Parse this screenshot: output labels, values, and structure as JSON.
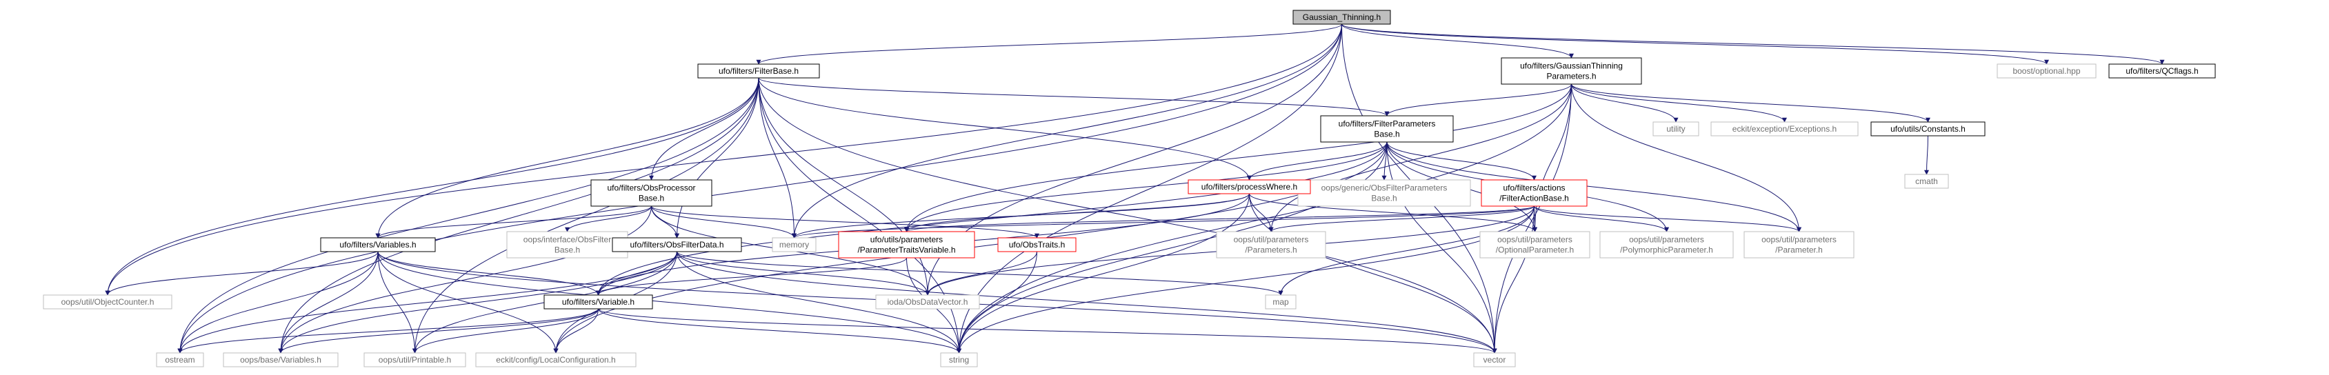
{
  "graph": {
    "colors": {
      "edge": "#191970",
      "node_border": "#000000",
      "node_border_gray": "#bfbfbf",
      "node_border_red": "#ff0000",
      "root_fill": "#bfbfbf",
      "text": "#000000",
      "text_gray": "#6f6f6f"
    },
    "nodes": [
      {
        "id": "gaussian",
        "label": [
          "Gaussian_Thinning.h"
        ],
        "style": "root"
      },
      {
        "id": "filterbase",
        "label": [
          "ufo/filters/FilterBase.h"
        ],
        "style": "normal"
      },
      {
        "id": "gtparams",
        "label": [
          "ufo/filters/GaussianThinning",
          "Parameters.h"
        ],
        "style": "normal"
      },
      {
        "id": "boostopt",
        "label": [
          "boost/optional.hpp"
        ],
        "style": "gray"
      },
      {
        "id": "qcflags",
        "label": [
          "ufo/filters/QCflags.h"
        ],
        "style": "normal"
      },
      {
        "id": "obsproc",
        "label": [
          "ufo/filters/ObsProcessor",
          "Base.h"
        ],
        "style": "normal"
      },
      {
        "id": "fpbase",
        "label": [
          "ufo/filters/FilterParameters",
          "Base.h"
        ],
        "style": "normal"
      },
      {
        "id": "utility",
        "label": [
          "utility"
        ],
        "style": "gray"
      },
      {
        "id": "eckitexc",
        "label": [
          "eckit/exception/Exceptions.h"
        ],
        "style": "gray"
      },
      {
        "id": "constants",
        "label": [
          "ufo/utils/Constants.h"
        ],
        "style": "normal"
      },
      {
        "id": "cmath",
        "label": [
          "cmath"
        ],
        "style": "gray"
      },
      {
        "id": "oopsgeneric",
        "label": [
          "oops/generic/ObsFilterParameters",
          "Base.h"
        ],
        "style": "gray"
      },
      {
        "id": "processwhere",
        "label": [
          "ufo/filters/processWhere.h"
        ],
        "style": "red"
      },
      {
        "id": "filteraction",
        "label": [
          "ufo/filters/actions",
          "/FilterActionBase.h"
        ],
        "style": "red"
      },
      {
        "id": "variables",
        "label": [
          "ufo/filters/Variables.h"
        ],
        "style": "normal"
      },
      {
        "id": "oopsinterface",
        "label": [
          "oops/interface/ObsFilter",
          "Base.h"
        ],
        "style": "gray"
      },
      {
        "id": "obsfilterdata",
        "label": [
          "ufo/filters/ObsFilterData.h"
        ],
        "style": "normal"
      },
      {
        "id": "memory",
        "label": [
          "memory"
        ],
        "style": "gray"
      },
      {
        "id": "ptv",
        "label": [
          "ufo/utils/parameters",
          "/ParameterTraitsVariable.h"
        ],
        "style": "red"
      },
      {
        "id": "obstraits",
        "label": [
          "ufo/ObsTraits.h"
        ],
        "style": "red"
      },
      {
        "id": "parameters",
        "label": [
          "oops/util/parameters",
          "/Parameters.h"
        ],
        "style": "gray"
      },
      {
        "id": "optparam",
        "label": [
          "oops/util/parameters",
          "/OptionalParameter.h"
        ],
        "style": "gray"
      },
      {
        "id": "polyparam",
        "label": [
          "oops/util/parameters",
          "/PolymorphicParameter.h"
        ],
        "style": "gray"
      },
      {
        "id": "param",
        "label": [
          "oops/util/parameters",
          "/Parameter.h"
        ],
        "style": "gray"
      },
      {
        "id": "objcounter",
        "label": [
          "oops/util/ObjectCounter.h"
        ],
        "style": "gray"
      },
      {
        "id": "variable",
        "label": [
          "ufo/filters/Variable.h"
        ],
        "style": "normal"
      },
      {
        "id": "iodaobs",
        "label": [
          "ioda/ObsDataVector.h"
        ],
        "style": "gray"
      },
      {
        "id": "map",
        "label": [
          "map"
        ],
        "style": "gray"
      },
      {
        "id": "ostream",
        "label": [
          "ostream"
        ],
        "style": "gray"
      },
      {
        "id": "oopsvars",
        "label": [
          "oops/base/Variables.h"
        ],
        "style": "gray"
      },
      {
        "id": "printable",
        "label": [
          "oops/util/Printable.h"
        ],
        "style": "gray"
      },
      {
        "id": "localconf",
        "label": [
          "eckit/config/LocalConfiguration.h"
        ],
        "style": "gray"
      },
      {
        "id": "string",
        "label": [
          "string"
        ],
        "style": "gray"
      },
      {
        "id": "vector",
        "label": [
          "vector"
        ],
        "style": "gray"
      }
    ],
    "edges": [
      [
        "gaussian",
        "filterbase"
      ],
      [
        "gaussian",
        "gtparams"
      ],
      [
        "gaussian",
        "boostopt"
      ],
      [
        "gaussian",
        "qcflags"
      ],
      [
        "gaussian",
        "memory"
      ],
      [
        "gaussian",
        "iodaobs"
      ],
      [
        "gaussian",
        "string"
      ],
      [
        "gaussian",
        "vector"
      ],
      [
        "gaussian",
        "objcounter"
      ],
      [
        "gaussian",
        "ostream"
      ],
      [
        "filterbase",
        "obsproc"
      ],
      [
        "filterbase",
        "fpbase"
      ],
      [
        "filterbase",
        "processwhere"
      ],
      [
        "filterbase",
        "variables"
      ],
      [
        "filterbase",
        "obsfilterdata"
      ],
      [
        "filterbase",
        "memory"
      ],
      [
        "filterbase",
        "iodaobs"
      ],
      [
        "filterbase",
        "string"
      ],
      [
        "filterbase",
        "objcounter"
      ],
      [
        "filterbase",
        "oopsvars"
      ],
      [
        "filterbase",
        "printable"
      ],
      [
        "filterbase",
        "ostream"
      ],
      [
        "filterbase",
        "vector"
      ],
      [
        "gtparams",
        "fpbase"
      ],
      [
        "gtparams",
        "utility"
      ],
      [
        "gtparams",
        "eckitexc"
      ],
      [
        "gtparams",
        "constants"
      ],
      [
        "gtparams",
        "ptv"
      ],
      [
        "gtparams",
        "parameters"
      ],
      [
        "gtparams",
        "optparam"
      ],
      [
        "gtparams",
        "param"
      ],
      [
        "gtparams",
        "string"
      ],
      [
        "gtparams",
        "vector"
      ],
      [
        "constants",
        "cmath"
      ],
      [
        "fpbase",
        "oopsgeneric"
      ],
      [
        "fpbase",
        "processwhere"
      ],
      [
        "fpbase",
        "filteraction"
      ],
      [
        "fpbase",
        "ptv"
      ],
      [
        "fpbase",
        "optparam"
      ],
      [
        "fpbase",
        "polyparam"
      ],
      [
        "fpbase",
        "param"
      ],
      [
        "fpbase",
        "variable"
      ],
      [
        "fpbase",
        "localconf"
      ],
      [
        "fpbase",
        "string"
      ],
      [
        "fpbase",
        "vector"
      ],
      [
        "obsproc",
        "variables"
      ],
      [
        "obsproc",
        "oopsinterface"
      ],
      [
        "obsproc",
        "obsfilterdata"
      ],
      [
        "obsproc",
        "memory"
      ],
      [
        "obsproc",
        "obstraits"
      ],
      [
        "obsproc",
        "iodaobs"
      ],
      [
        "obsproc",
        "oopsvars"
      ],
      [
        "processwhere",
        "ptv"
      ],
      [
        "processwhere",
        "parameters"
      ],
      [
        "processwhere",
        "optparam"
      ],
      [
        "processwhere",
        "variable"
      ],
      [
        "processwhere",
        "string"
      ],
      [
        "processwhere",
        "vector"
      ],
      [
        "processwhere",
        "memory"
      ],
      [
        "filteraction",
        "ptv"
      ],
      [
        "filteraction",
        "parameters"
      ],
      [
        "filteraction",
        "optparam"
      ],
      [
        "filteraction",
        "polyparam"
      ],
      [
        "filteraction",
        "param"
      ],
      [
        "filteraction",
        "iodaobs"
      ],
      [
        "filteraction",
        "map"
      ],
      [
        "filteraction",
        "string"
      ],
      [
        "filteraction",
        "vector"
      ],
      [
        "filteraction",
        "memory"
      ],
      [
        "variables",
        "variable"
      ],
      [
        "variables",
        "objcounter"
      ],
      [
        "variables",
        "ostream"
      ],
      [
        "variables",
        "oopsvars"
      ],
      [
        "variables",
        "printable"
      ],
      [
        "variables",
        "localconf"
      ],
      [
        "variables",
        "string"
      ],
      [
        "variables",
        "vector"
      ],
      [
        "obsfilterdata",
        "variable"
      ],
      [
        "obsfilterdata",
        "iodaobs"
      ],
      [
        "obsfilterdata",
        "map"
      ],
      [
        "obsfilterdata",
        "ostream"
      ],
      [
        "obsfilterdata",
        "oopsvars"
      ],
      [
        "obsfilterdata",
        "printable"
      ],
      [
        "obsfilterdata",
        "localconf"
      ],
      [
        "obsfilterdata",
        "string"
      ],
      [
        "obsfilterdata",
        "vector"
      ],
      [
        "ptv",
        "variable"
      ],
      [
        "ptv",
        "string"
      ],
      [
        "obstraits",
        "iodaobs"
      ],
      [
        "obstraits",
        "string"
      ],
      [
        "variable",
        "ostream"
      ],
      [
        "variable",
        "oopsvars"
      ],
      [
        "variable",
        "printable"
      ],
      [
        "variable",
        "localconf"
      ],
      [
        "variable",
        "string"
      ],
      [
        "variable",
        "vector"
      ]
    ]
  }
}
